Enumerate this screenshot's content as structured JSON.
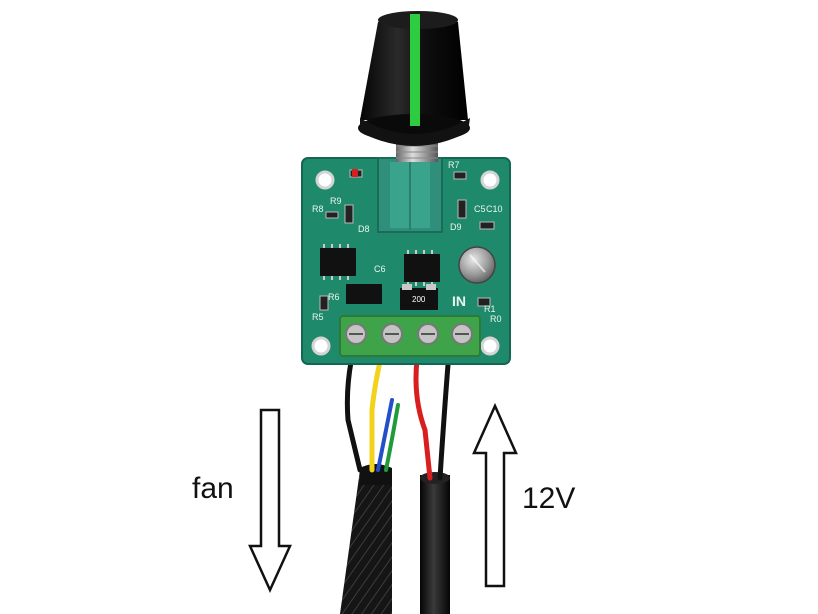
{
  "labels": {
    "fan": "fan",
    "supply": "12V"
  },
  "board": {
    "silkscreen": {
      "in": "IN",
      "cap": "200",
      "ref_r7": "R7",
      "ref_r8": "R8",
      "ref_r9": "R9",
      "ref_r6": "R6",
      "ref_r5": "R5",
      "ref_r0": "R0",
      "ref_d8": "D8",
      "ref_d9": "D9",
      "ref_c5": "C5",
      "ref_c10": "C10",
      "ref_c6": "C6",
      "ref_r1": "R1"
    }
  },
  "colors": {
    "pcb": "#1f8a6b",
    "terminal": "#3fa34a",
    "knob": "#141414",
    "knob_stripe": "#2ecc40",
    "wire_red": "#d81e1e",
    "wire_yellow": "#f2d21a",
    "wire_blue": "#2350c8",
    "wire_green": "#1f9b3a",
    "sheath": "#1a1a1a"
  }
}
